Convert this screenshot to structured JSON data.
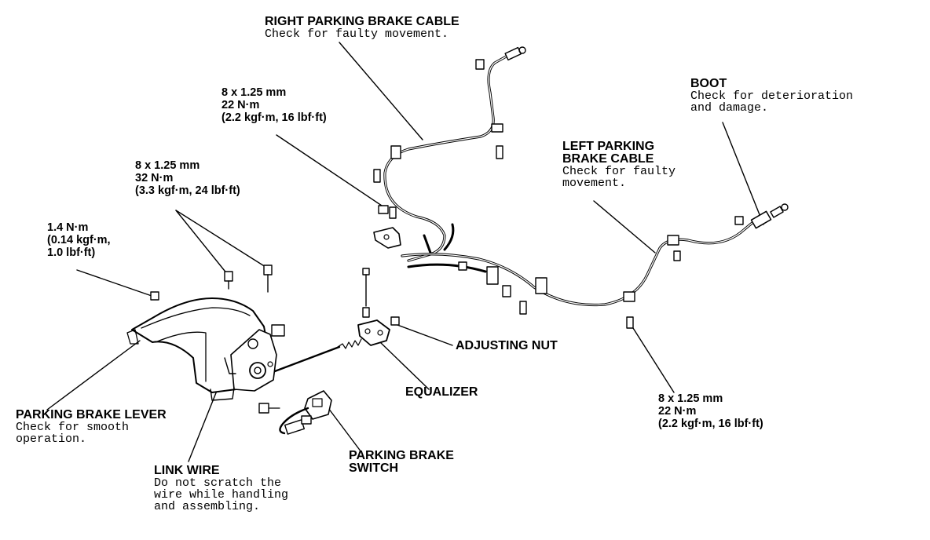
{
  "labels": {
    "right_cable": {
      "title": "RIGHT PARKING BRAKE CABLE",
      "note": "Check for faulty movement."
    },
    "torque_upper": {
      "line1": "8 x 1.25 mm",
      "line2": "22 N·m",
      "line3": "(2.2 kgf·m, 16 lbf·ft)"
    },
    "torque_lever": {
      "line1": "8 x 1.25 mm",
      "line2": "32 N·m",
      "line3": "(3.3 kgf·m, 24 lbf·ft)"
    },
    "torque_small": {
      "line1": "1.4 N·m",
      "line2": "(0.14 kgf·m,",
      "line3": "1.0 lbf·ft)"
    },
    "boot": {
      "title": "BOOT",
      "note1": "Check for deterioration",
      "note2": "and damage."
    },
    "left_cable": {
      "title1": "LEFT PARKING",
      "title2": "BRAKE CABLE",
      "note1": "Check for faulty",
      "note2": "movement."
    },
    "adjusting_nut": {
      "title": "ADJUSTING NUT"
    },
    "equalizer": {
      "title": "EQUALIZER"
    },
    "torque_lower": {
      "line1": "8 x 1.25 mm",
      "line2": "22 N·m",
      "line3": "(2.2 kgf·m, 16 lbf·ft)"
    },
    "lever": {
      "title": "PARKING BRAKE LEVER",
      "note1": "Check for smooth",
      "note2": "operation."
    },
    "link_wire": {
      "title": "LINK WIRE",
      "note1": "Do not scratch the",
      "note2": "wire while handling",
      "note3": "and assembling."
    },
    "switch": {
      "title1": "PARKING BRAKE",
      "title2": "SWITCH"
    }
  }
}
